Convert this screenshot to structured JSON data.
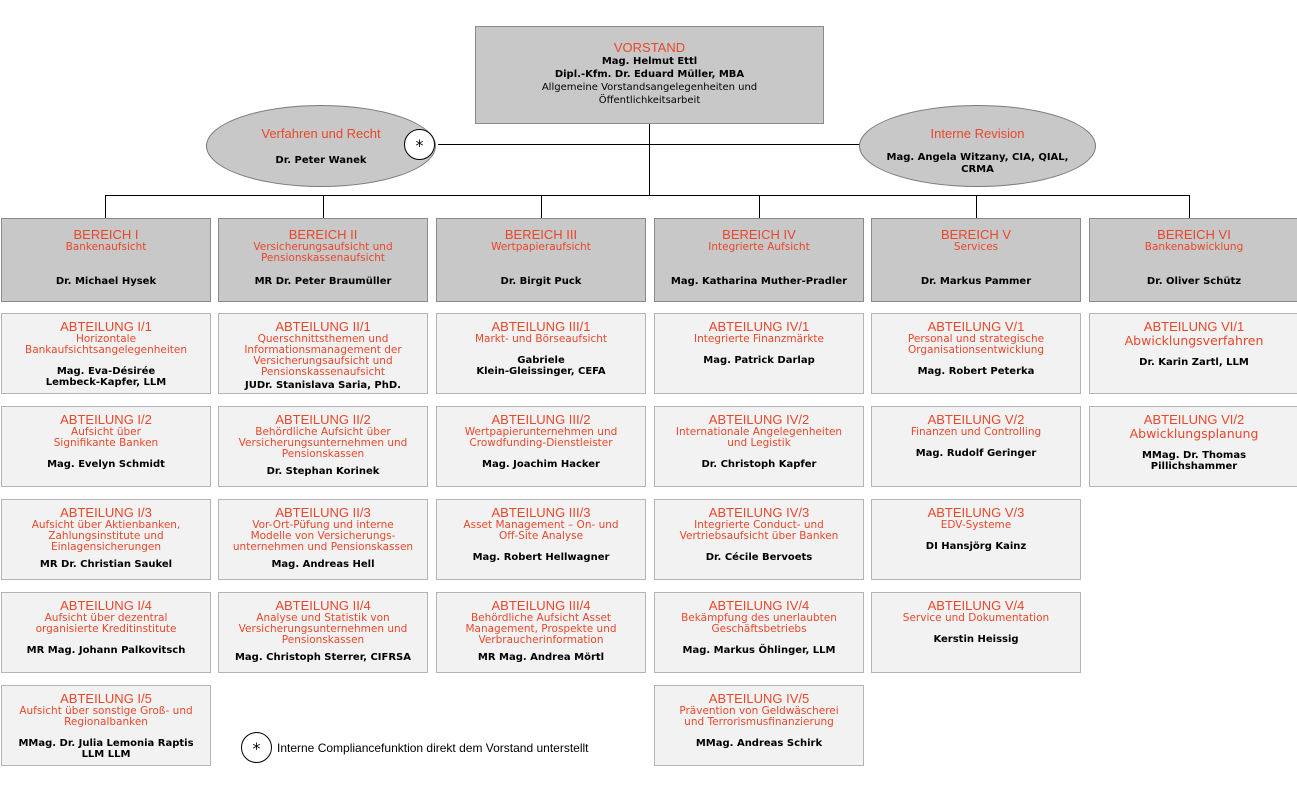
{
  "vorstand": {
    "title": "VORSTAND",
    "member1": "Mag. Helmut Ettl",
    "member2": "Dipl.-Kfm. Dr. Eduard Müller, MBA",
    "desc1": "Allgemeine Vorstandsangelegenheiten und",
    "desc2": "Öffentlichkeitsarbeit"
  },
  "verfahren": {
    "title": "Verfahren und Recht",
    "name": "Dr. Peter Wanek",
    "symbol": "*"
  },
  "revision": {
    "title": "Interne Revision",
    "name1": "Mag. Angela Witzany, CIA, QIAL,",
    "name2": "CRMA"
  },
  "legend": {
    "symbol": "*",
    "text": "Interne Compliancefunktion direkt dem Vorstand unterstellt"
  },
  "bereiche": [
    {
      "title": "BEREICH I",
      "sub": [
        "Bankenaufsicht"
      ],
      "head": "Dr. Michael Hysek",
      "abteilungen": [
        {
          "title": "ABTEILUNG I/1",
          "desc": [
            "Horizontale",
            "Bankaufsichtsangelegenheiten"
          ],
          "head": [
            "Mag. Eva-Désirée",
            "Lembeck-Kapfer, LLM"
          ]
        },
        {
          "title": "ABTEILUNG I/2",
          "desc": [
            "Aufsicht über",
            "Signifikante Banken"
          ],
          "head": [
            "Mag. Evelyn Schmidt"
          ]
        },
        {
          "title": "ABTEILUNG I/3",
          "desc": [
            "Aufsicht über Aktienbanken,",
            "Zahlungsinstitute und",
            "Einlagensicherungen"
          ],
          "head": [
            "MR Dr. Christian Saukel"
          ]
        },
        {
          "title": "ABTEILUNG I/4",
          "desc": [
            "Aufsicht über dezentral",
            "organisierte Kreditinstitute"
          ],
          "head": [
            "MR Mag. Johann Palkovitsch"
          ]
        },
        {
          "title": "ABTEILUNG I/5",
          "desc": [
            "Aufsicht über sonstige Groß- und",
            "Regionalbanken"
          ],
          "head": [
            "MMag. Dr. Julia Lemonia Raptis",
            "LLM LLM"
          ]
        }
      ]
    },
    {
      "title": "BEREICH II",
      "sub": [
        "Versicherungsaufsicht und",
        "Pensionskassenaufsicht"
      ],
      "head": "MR Dr. Peter Braumüller",
      "abteilungen": [
        {
          "title": "ABTEILUNG II/1",
          "desc": [
            "Querschnittsthemen und",
            "Informationsmanagement der",
            "Versicherungsaufsicht und",
            "Pensionskassenaufsicht"
          ],
          "head": [
            "JUDr. Stanislava Saria, PhD."
          ]
        },
        {
          "title": "ABTEILUNG II/2",
          "desc": [
            "Behördliche Aufsicht über",
            "Versicherungsunternehmen und",
            "Pensionskassen"
          ],
          "head": [
            "Dr. Stephan Korinek"
          ]
        },
        {
          "title": "ABTEILUNG II/3",
          "desc": [
            "Vor-Ort-Püfung und interne",
            "Modelle von Versicherungs-",
            "unternehmen und Pensionskassen"
          ],
          "head": [
            "Mag. Andreas Hell"
          ]
        },
        {
          "title": "ABTEILUNG II/4",
          "desc": [
            "Analyse und Statistik von",
            "Versicherungsunternehmen und",
            "Pensionskassen"
          ],
          "head": [
            "Mag. Christoph Sterrer, CIFRSA"
          ]
        }
      ]
    },
    {
      "title": "BEREICH III",
      "sub": [
        "Wertpapieraufsicht"
      ],
      "head": "Dr. Birgit Puck",
      "abteilungen": [
        {
          "title": "ABTEILUNG III/1",
          "desc": [
            "Markt- und Börseaufsicht"
          ],
          "head": [
            "Gabriele",
            "Klein-Gleissinger, CEFA"
          ]
        },
        {
          "title": "ABTEILUNG III/2",
          "desc": [
            "Wertpapierunternehmen und",
            "Crowdfunding-Dienstleister"
          ],
          "head": [
            "Mag. Joachim Hacker"
          ]
        },
        {
          "title": "ABTEILUNG III/3",
          "desc": [
            "Asset Management – On- und",
            "Off-Site Analyse"
          ],
          "head": [
            "Mag. Robert Hellwagner"
          ]
        },
        {
          "title": "ABTEILUNG III/4",
          "desc": [
            "Behördliche Aufsicht Asset",
            "Management, Prospekte und",
            "Verbraucherinformation"
          ],
          "head": [
            "MR Mag. Andrea Mörtl"
          ]
        }
      ]
    },
    {
      "title": "BEREICH IV",
      "sub": [
        "Integrierte Aufsicht"
      ],
      "head": "Mag. Katharina Muther-Pradler",
      "abteilungen": [
        {
          "title": "ABTEILUNG IV/1",
          "desc": [
            "Integrierte Finanzmärkte"
          ],
          "head": [
            "Mag. Patrick Darlap"
          ]
        },
        {
          "title": "ABTEILUNG IV/2",
          "desc": [
            "Internationale Angelegenheiten",
            "und Legistik"
          ],
          "head": [
            "Dr. Christoph Kapfer"
          ]
        },
        {
          "title": "ABTEILUNG IV/3",
          "desc": [
            "Integrierte Conduct- und",
            "Vertriebsaufsicht über Banken"
          ],
          "head": [
            "Dr. Cécile Bervoets"
          ]
        },
        {
          "title": "ABTEILUNG IV/4",
          "desc": [
            "Bekämpfung des unerlaubten",
            "Geschäftsbetriebs"
          ],
          "head": [
            "Mag. Markus Öhlinger, LLM"
          ]
        },
        {
          "title": "ABTEILUNG IV/5",
          "desc": [
            "Prävention von Geldwäscherei",
            "und Terrorismusfinanzierung"
          ],
          "head": [
            "MMag. Andreas Schirk"
          ]
        }
      ]
    },
    {
      "title": "BEREICH V",
      "sub": [
        "Services"
      ],
      "head": "Dr. Markus Pammer",
      "abteilungen": [
        {
          "title": "ABTEILUNG V/1",
          "desc": [
            "Personal und strategische",
            "Organisationsentwicklung"
          ],
          "head": [
            "Mag. Robert Peterka"
          ]
        },
        {
          "title": "ABTEILUNG V/2",
          "desc": [
            "Finanzen und Controlling"
          ],
          "head": [
            "Mag. Rudolf Geringer"
          ]
        },
        {
          "title": "ABTEILUNG V/3",
          "desc": [
            "EDV-Systeme"
          ],
          "head": [
            "DI Hansjörg Kainz"
          ]
        },
        {
          "title": "ABTEILUNG V/4",
          "desc": [
            "Service und Dokumentation"
          ],
          "head": [
            "Kerstin Heissig"
          ]
        }
      ]
    },
    {
      "title": "BEREICH VI",
      "sub": [
        "Bankenabwicklung"
      ],
      "head": "Dr. Oliver Schütz",
      "abteilungen": [
        {
          "title": "ABTEILUNG VI/1",
          "desc": [
            "Abwicklungsverfahren"
          ],
          "head": [
            "Dr. Karin Zartl, LLM"
          ],
          "large_desc": true
        },
        {
          "title": "ABTEILUNG VI/2",
          "desc": [
            "Abwicklungsplanung"
          ],
          "head": [
            "MMag. Dr. Thomas",
            "Pillichshammer"
          ],
          "large_desc": true
        }
      ]
    }
  ]
}
